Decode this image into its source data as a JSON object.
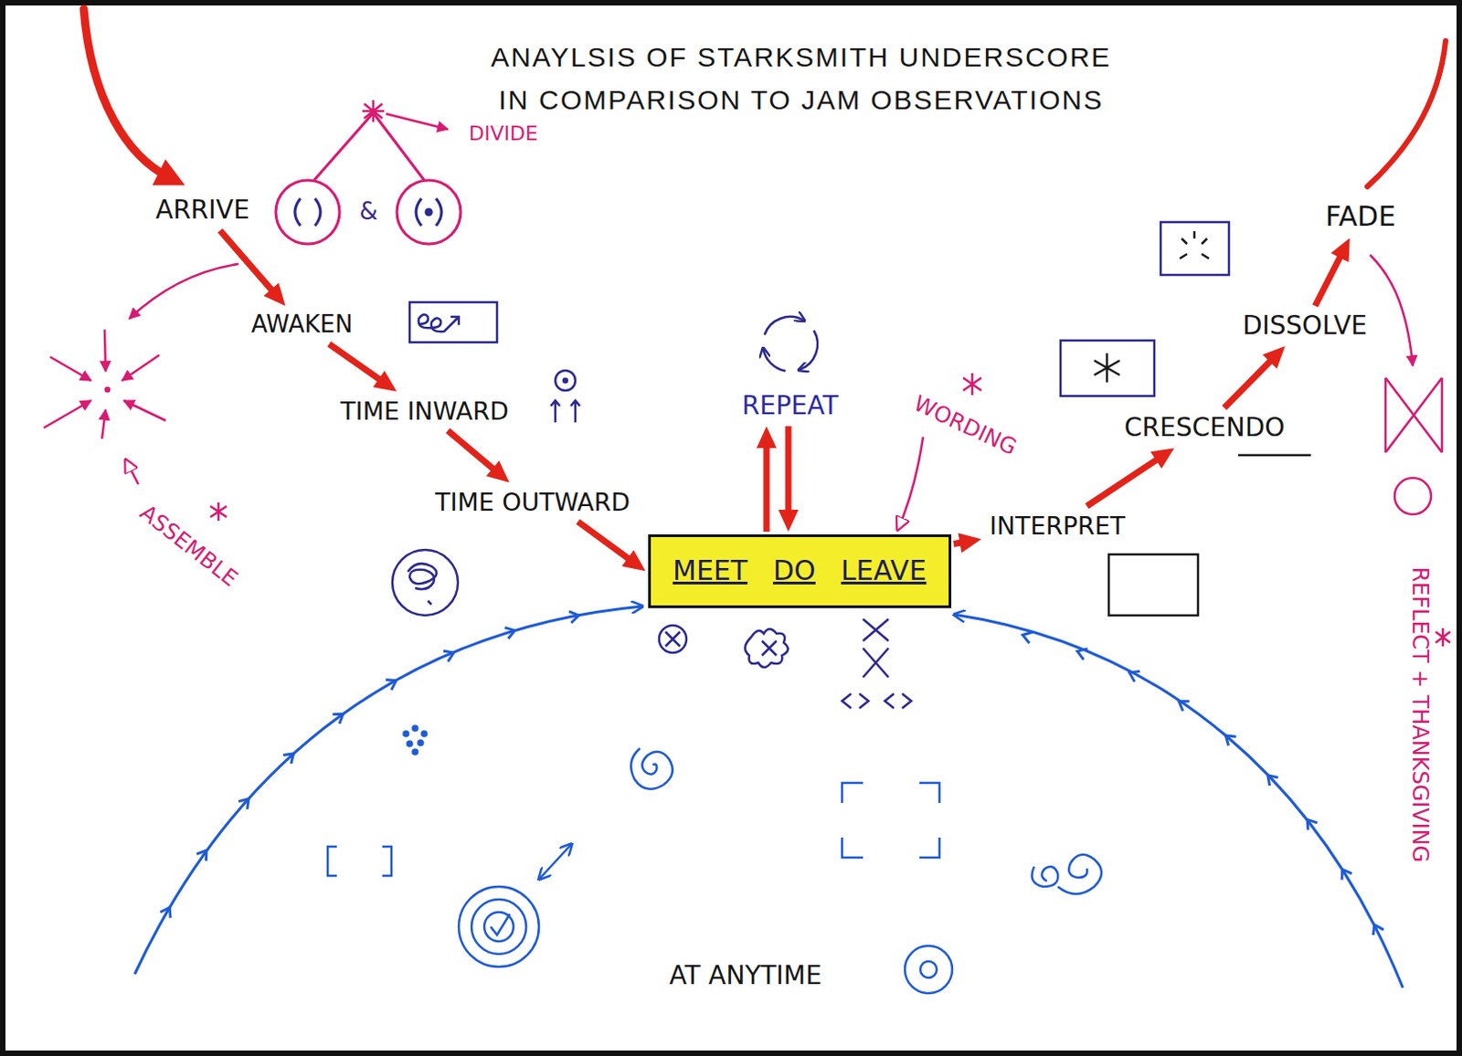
{
  "diagram": {
    "title": "ANAYLSIS OF STARKSMITH UNDERSCORE IN COMPARISON TO JAM OBSERVATIONS",
    "nodes": [
      {
        "text": [
          "ARRIVE"
        ]
      },
      {
        "text": [
          "AWAKEN"
        ]
      },
      {
        "text": [
          "TIME INWARD"
        ]
      },
      {
        "text": [
          "TIME OUTWARD"
        ]
      },
      {
        "text": [
          "REPEAT"
        ]
      },
      {
        "text": [
          "MEET",
          "DO",
          "LEAVE"
        ]
      },
      {
        "text": [
          "INTERPRET"
        ]
      },
      {
        "text": [
          "CRESCENDO"
        ]
      },
      {
        "text": [
          "DISSOLVE"
        ]
      },
      {
        "text": [
          "FADE"
        ]
      }
    ],
    "edges": [
      {
        "from": 0,
        "to": 1,
        "arrow": "to"
      },
      {
        "from": 1,
        "to": 2,
        "arrow": "to"
      },
      {
        "from": 2,
        "to": 3,
        "arrow": "to"
      },
      {
        "from": 3,
        "to": 5,
        "arrow": "to"
      },
      {
        "from": 5,
        "to": 4,
        "arrow": "to"
      },
      {
        "from": 4,
        "to": 5,
        "arrow": "to"
      },
      {
        "from": 5,
        "to": 6,
        "arrow": "to"
      },
      {
        "from": 6,
        "to": 7,
        "arrow": "to"
      },
      {
        "from": 7,
        "to": 8,
        "arrow": "to"
      },
      {
        "from": 8,
        "to": 9,
        "arrow": "to"
      }
    ],
    "labels": [
      "&",
      "DIVIDE",
      "ASSEMBLE",
      "WORDING",
      "REFLECT + THANKSGIVING",
      "AT ANYTIME"
    ]
  }
}
